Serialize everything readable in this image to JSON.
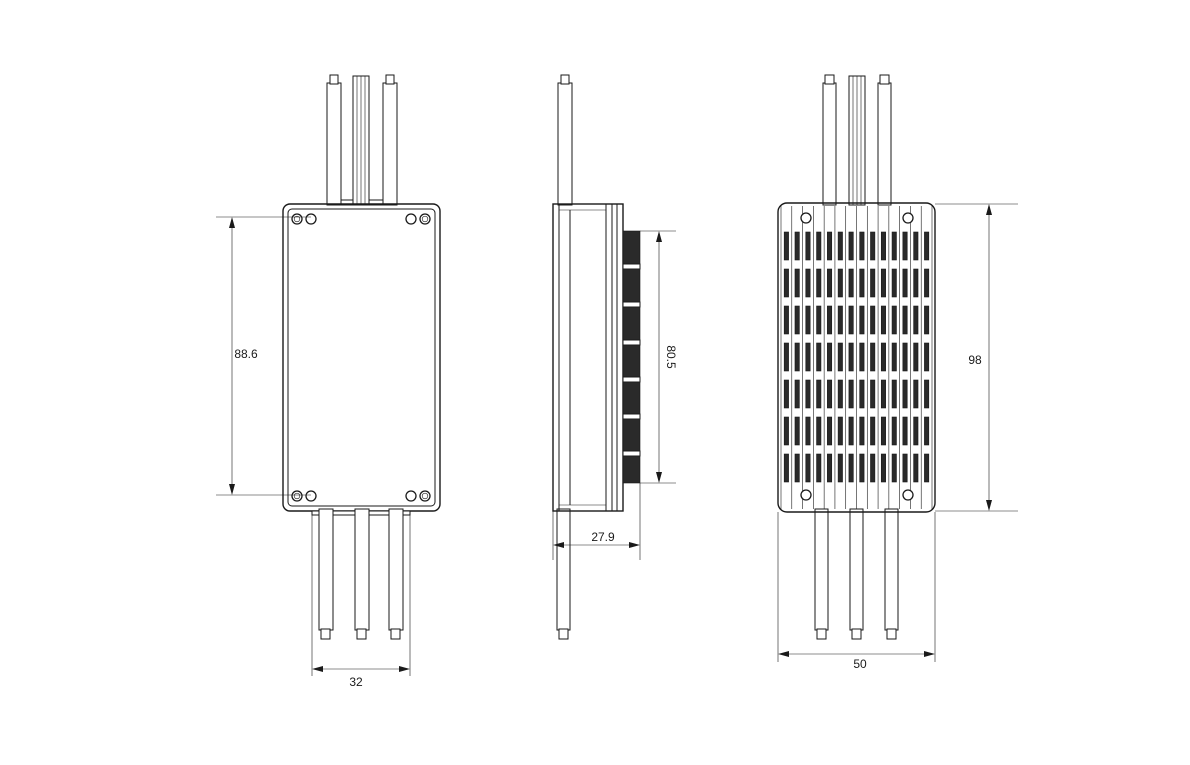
{
  "dimensions": {
    "front_height": "88.6",
    "front_bottom_width": "32",
    "side_depth": "27.9",
    "side_fin_height": "80.5",
    "rear_height": "98",
    "rear_width": "50"
  },
  "colors": {
    "line": "#1a1a1a",
    "background": "#ffffff",
    "fin_fill": "#2a2a2a"
  }
}
